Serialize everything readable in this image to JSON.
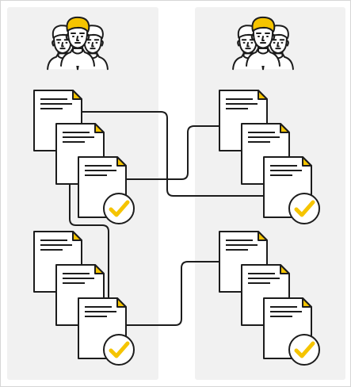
{
  "colors": {
    "panel": "#f1f1f1",
    "outline": "#1c1c1c",
    "accent": "#f5c400",
    "paper": "#ffffff",
    "frame_border": "#d6d6d6"
  },
  "icons": {
    "team": "team-of-three-people-icon",
    "document": "document-icon",
    "approved": "yellow-checkmark-badge-icon"
  },
  "groups": [
    {
      "id": "left-top",
      "panel": "left",
      "documents": 3,
      "approved": true
    },
    {
      "id": "left-bottom",
      "panel": "left",
      "documents": 3,
      "approved": true
    },
    {
      "id": "right-top",
      "panel": "right",
      "documents": 3,
      "approved": true
    },
    {
      "id": "right-bottom",
      "panel": "right",
      "documents": 3,
      "approved": true
    }
  ],
  "links": [
    {
      "from": "left-top",
      "to": "right-top"
    },
    {
      "from": "left-top",
      "to": "right-top"
    },
    {
      "from": "left-top",
      "to": "left-bottom"
    },
    {
      "from": "left-bottom",
      "to": "right-bottom"
    }
  ]
}
